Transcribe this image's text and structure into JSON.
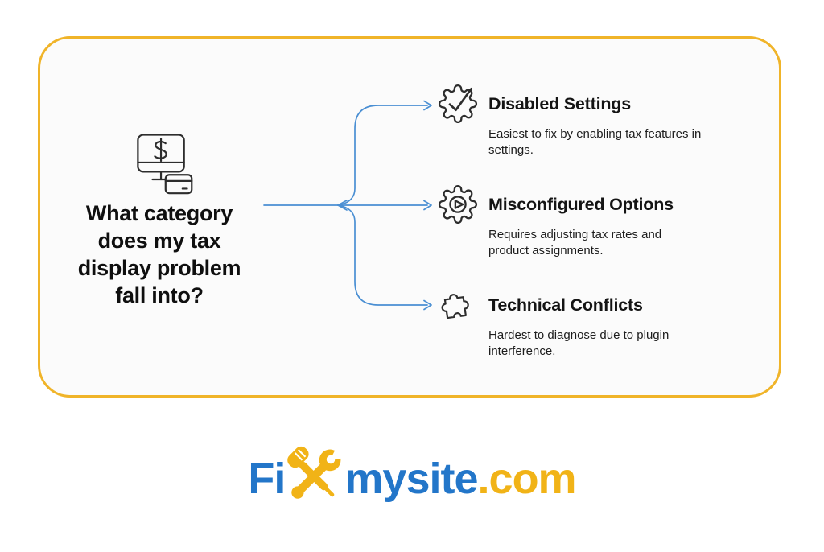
{
  "card": {
    "question_lines": [
      "What category",
      "does my tax",
      "display problem",
      "fall into?"
    ],
    "center_icon": "monitor-dollar-card-icon",
    "branches": [
      {
        "icon": "gear-check-icon",
        "title": "Disabled Settings",
        "desc_lines": [
          "Easiest to fix by enabling tax features in",
          "settings."
        ]
      },
      {
        "icon": "gear-play-icon",
        "title": "Misconfigured Options",
        "desc_lines": [
          "Requires adjusting tax rates and",
          "product assignments."
        ]
      },
      {
        "icon": "puzzle-piece-icon",
        "title": "Technical Conflicts",
        "desc_lines": [
          "Hardest to diagnose due to plugin",
          "interference."
        ]
      }
    ]
  },
  "footer": {
    "logo_fi": "Fi",
    "logo_x_icon": "screwdriver-wrench-x-icon",
    "logo_mysite": "mysite",
    "logo_com": ".com"
  },
  "colors": {
    "card_border_yellow": "#F0B429",
    "arrow_blue": "#4A8FD3",
    "icon_stroke_dark": "#2D2D2D",
    "logo_blue": "#2376C9",
    "logo_yellow": "#F1B317",
    "text_dark": "#0F0F0F"
  }
}
